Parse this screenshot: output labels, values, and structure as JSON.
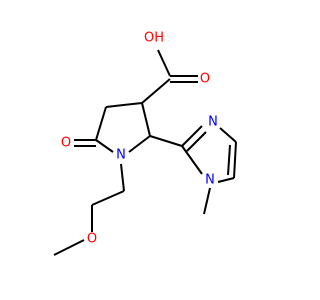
{
  "molecule": {
    "atoms": {
      "hydroxyl": {
        "label": "OH"
      },
      "carbonyl_oxygen_acid": {
        "label": "O"
      },
      "carbonyl_oxygen_lactam": {
        "label": "O"
      },
      "ring_nitrogen": {
        "label": "N"
      },
      "imidazole_n3": {
        "label": "N"
      },
      "imidazole_n1": {
        "label": "N"
      },
      "ether_oxygen": {
        "label": "O"
      }
    },
    "colors": {
      "bond": "#000000",
      "oxygen": "#ff0000",
      "nitrogen": "#0000ff"
    }
  }
}
